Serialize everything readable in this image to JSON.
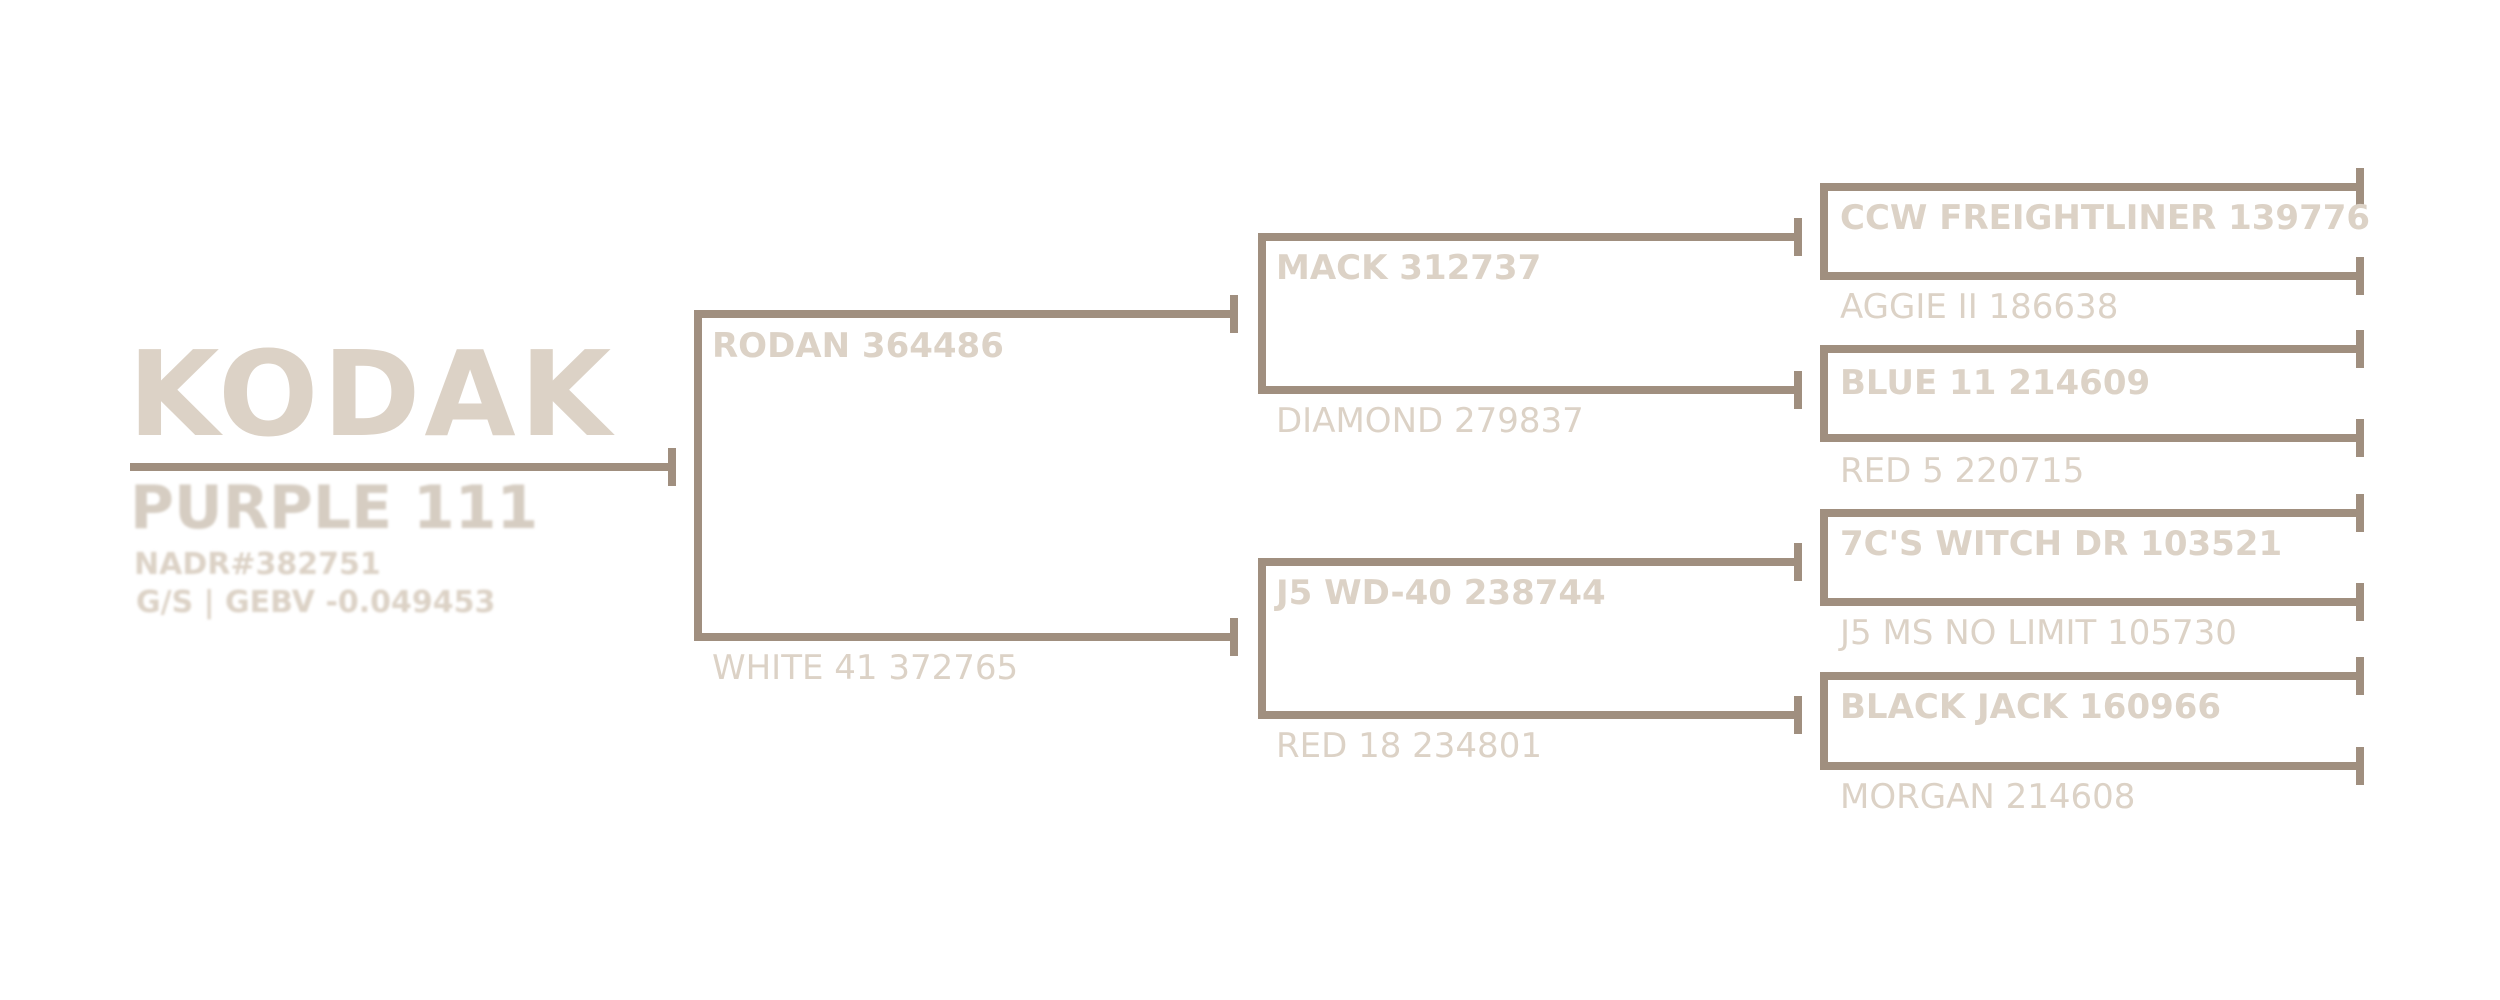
{
  "colors": {
    "line": "#a08f7f",
    "text": "#dcd2c6"
  },
  "subject": {
    "name": "KODAK",
    "tag": "PURPLE 111",
    "registration": "NADR#382751",
    "stats": "G/S | GEBV -0.049453"
  },
  "parents": {
    "sire": "RODAN 364486",
    "dam": "WHITE 41 372765"
  },
  "grandparents": {
    "sire_sire": "MACK 312737",
    "sire_dam": "DIAMOND 279837",
    "dam_sire": "J5 WD-40 238744",
    "dam_dam": "RED 18 234801"
  },
  "great_grandparents": [
    "CCW FREIGHTLINER 139776",
    "AGGIE II 186638",
    "BLUE 11 214609",
    "RED 5 220715",
    "7C'S WITCH DR 103521",
    "J5 MS NO LIMIT 105730",
    "BLACK JACK 160966",
    "MORGAN 214608"
  ]
}
